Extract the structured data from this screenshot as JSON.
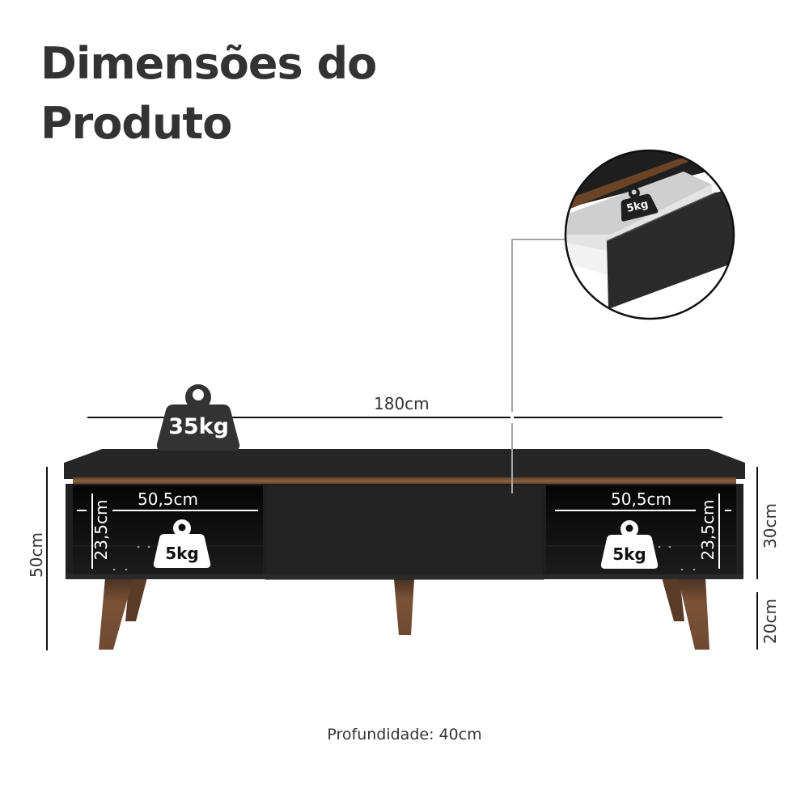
{
  "header": {
    "title_line1": "Dimensões do",
    "title_line2": "Produto"
  },
  "dimensions": {
    "width_total": "180cm",
    "height_total": "50cm",
    "body_height": "30cm",
    "leg_height": "20cm",
    "niche_width_left": "50,5cm",
    "niche_width_right": "50,5cm",
    "niche_height_left": "23,5cm",
    "niche_height_right": "23,5cm",
    "depth": "Profundidade: 40cm"
  },
  "weights": {
    "top": "35kg",
    "niche_left": "5kg",
    "niche_right": "5kg",
    "drawer": "5kg"
  },
  "colors": {
    "title": "#333333",
    "body": "#262626",
    "niche": "#0e0e0e",
    "wood": "#7a5236",
    "leg": "#6e4a33",
    "weight_dark": "#333333",
    "weight_light": "#ffffff",
    "leader_line": "#a6a6a6"
  }
}
